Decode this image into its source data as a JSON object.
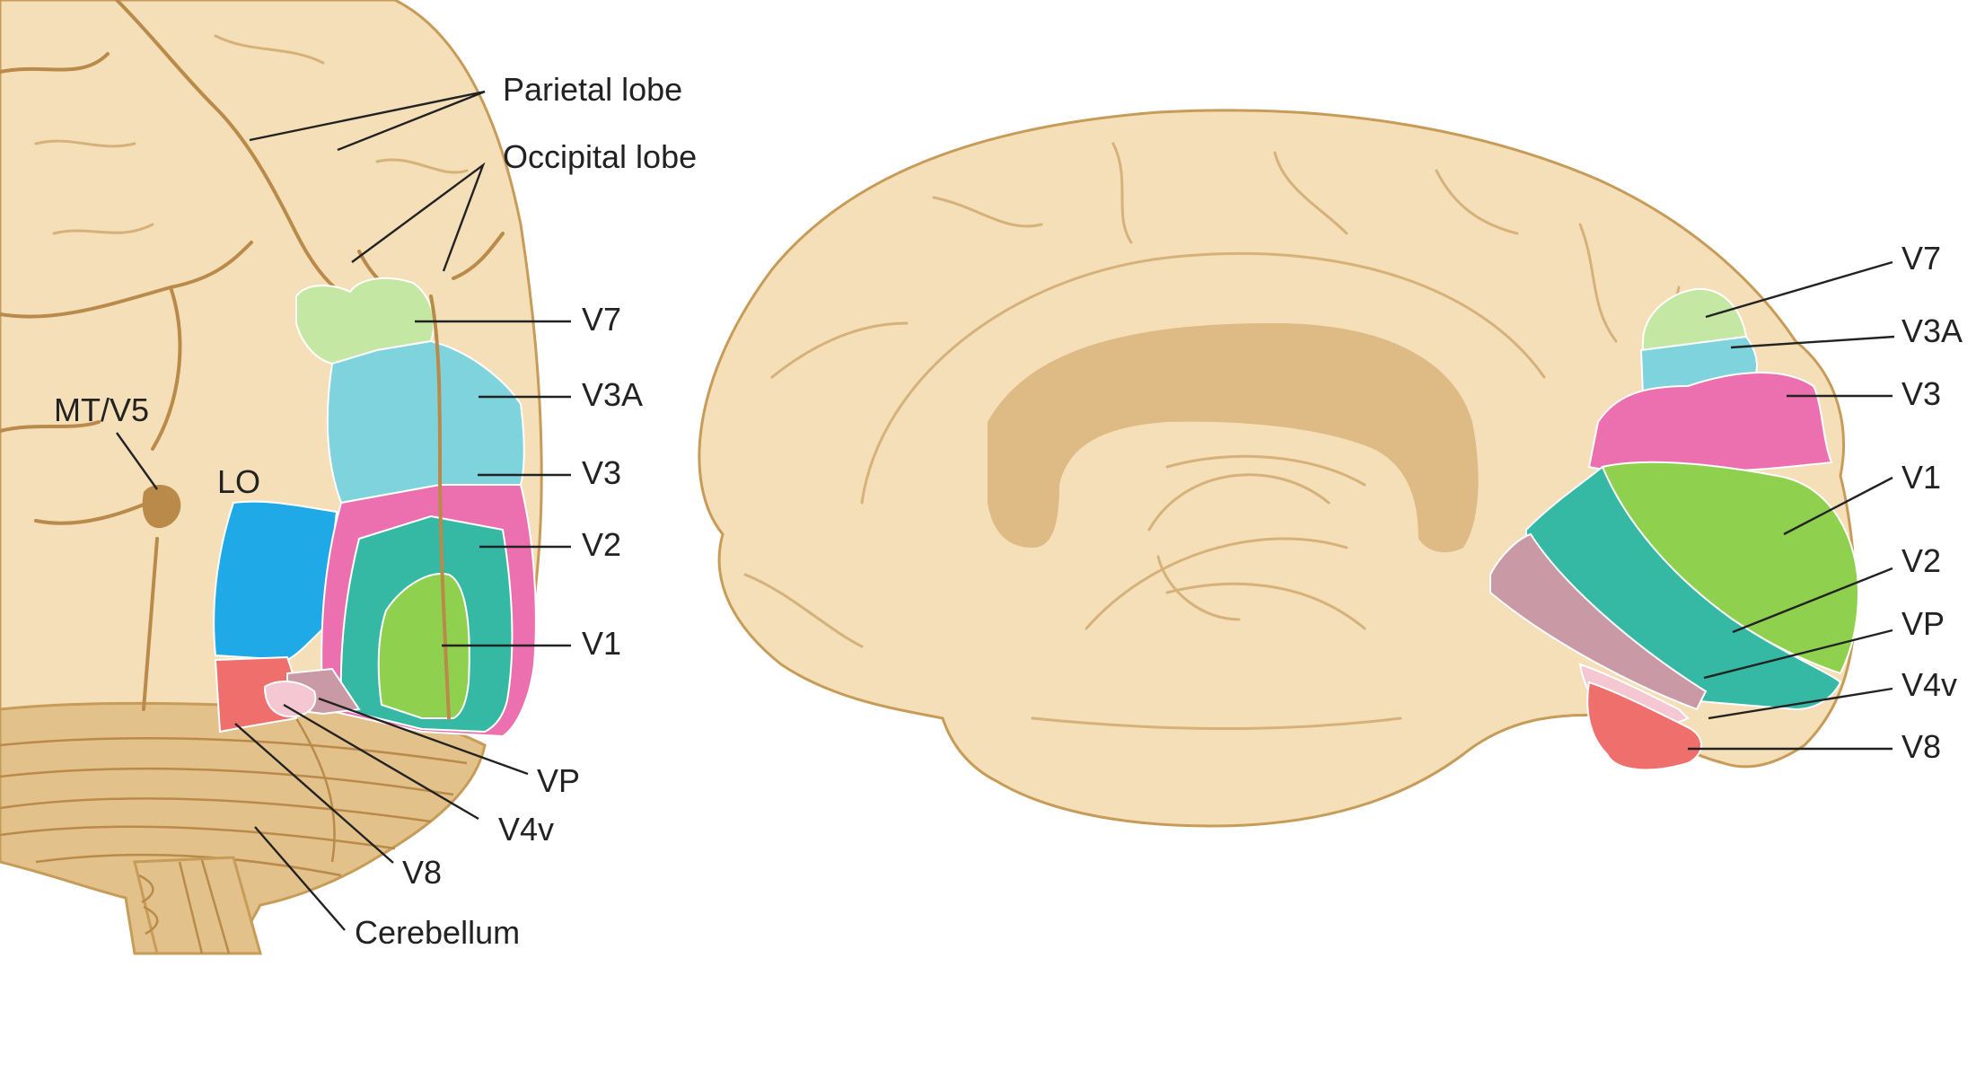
{
  "colors": {
    "brain": "#f4dfb8",
    "brain_edge": "#c79b58",
    "sulcus": "#b98a4a",
    "corpus_callosum": "#deba84",
    "cerebellum": "#e2c28a",
    "V1": "#8fd14f",
    "V2": "#35b9a4",
    "V3": "#ec6fb0",
    "V3A": "#7ed3dc",
    "V7": "#c4e8a4",
    "VP": "#c99aa6",
    "V4v": "#f4c7d3",
    "V8": "#ee6f6c",
    "LO": "#1fa9e6"
  },
  "left_view": {
    "labels": {
      "parietal": "Parietal lobe",
      "occipital": "Occipital lobe",
      "v7": "V7",
      "v3a": "V3A",
      "v3": "V3",
      "v2": "V2",
      "v1": "V1",
      "mt": "MT/V5",
      "lo": "LO",
      "vp": "VP",
      "v4v": "V4v",
      "v8": "V8",
      "cerebellum": "Cerebellum"
    }
  },
  "right_view": {
    "labels": {
      "v7": "V7",
      "v3a": "V3A",
      "v3": "V3",
      "v1": "V1",
      "v2": "V2",
      "vp": "VP",
      "v4v": "V4v",
      "v8": "V8"
    }
  }
}
